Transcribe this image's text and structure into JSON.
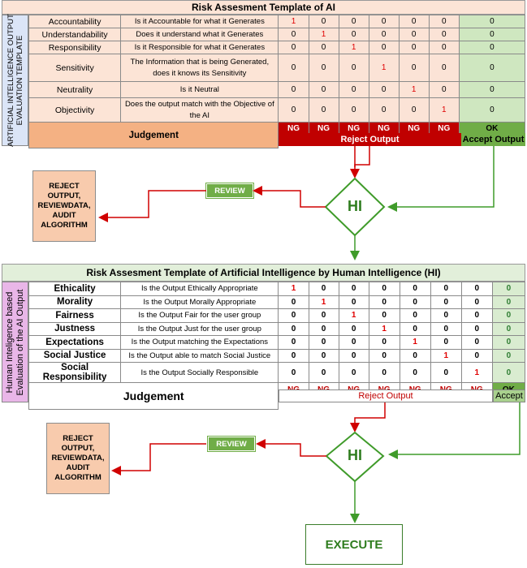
{
  "template1": {
    "title": "Risk Assesment Template of AI",
    "side_label": "ARTIFICIAL INTELLIGENCE OUTPUT\nEVALUATION TEMPLATE",
    "rows": [
      {
        "name": "Accountability",
        "desc": "Is it Accountable for what it Generates",
        "values": [
          "1",
          "0",
          "0",
          "0",
          "0",
          "0"
        ],
        "score": "0"
      },
      {
        "name": "Understandability",
        "desc": "Does it understand what it Generates",
        "values": [
          "0",
          "1",
          "0",
          "0",
          "0",
          "0"
        ],
        "score": "0"
      },
      {
        "name": "Responsibility",
        "desc": "Is it Responsible for what it Generates",
        "values": [
          "0",
          "0",
          "1",
          "0",
          "0",
          "0"
        ],
        "score": "0"
      },
      {
        "name": "Sensitivity",
        "desc": "The Information that is being Generated, does it knows its Sensitivity",
        "values": [
          "0",
          "0",
          "0",
          "1",
          "0",
          "0"
        ],
        "score": "0"
      },
      {
        "name": "Neutrality",
        "desc": "Is it Neutral",
        "values": [
          "0",
          "0",
          "0",
          "0",
          "1",
          "0"
        ],
        "score": "0"
      },
      {
        "name": "Objectivity",
        "desc": "Does the output match with the Objective of the AI",
        "values": [
          "0",
          "0",
          "0",
          "0",
          "0",
          "1"
        ],
        "score": "0"
      }
    ],
    "judgement": "Judgement",
    "ng_labels": [
      "NG",
      "NG",
      "NG",
      "NG",
      "NG",
      "NG"
    ],
    "ok_label": "OK",
    "reject_output": "Reject Output",
    "accept_output": "Accept Output"
  },
  "flow1": {
    "reject_box": "REJECT OUTPUT, REVIEWDATA, AUDIT ALGORITHM",
    "review": "REVIEW",
    "hi": "HI"
  },
  "template2": {
    "title": "Risk Assesment Template of Artificial Intelligence by Human Intelligence (HI)",
    "side_label": "Human Inteligence based\nEvaluation of the AI Output",
    "rows": [
      {
        "name": "Ethicality",
        "desc": "Is the Output Ethically Appropriate",
        "values": [
          "1",
          "0",
          "0",
          "0",
          "0",
          "0",
          "0"
        ],
        "score": "0"
      },
      {
        "name": "Morality",
        "desc": "Is the Output Morally Appropriate",
        "values": [
          "0",
          "1",
          "0",
          "0",
          "0",
          "0",
          "0"
        ],
        "score": "0"
      },
      {
        "name": "Fairness",
        "desc": "Is the Output Fair for the user group",
        "values": [
          "0",
          "0",
          "1",
          "0",
          "0",
          "0",
          "0"
        ],
        "score": "0"
      },
      {
        "name": "Justness",
        "desc": "Is the Output Just for the user group",
        "values": [
          "0",
          "0",
          "0",
          "1",
          "0",
          "0",
          "0"
        ],
        "score": "0"
      },
      {
        "name": "Expectations",
        "desc": "Is the Output matching the Expectations",
        "values": [
          "0",
          "0",
          "0",
          "0",
          "1",
          "0",
          "0"
        ],
        "score": "0"
      },
      {
        "name": "Social Justice",
        "desc": "Is the Output able to match Social Justice",
        "values": [
          "0",
          "0",
          "0",
          "0",
          "0",
          "1",
          "0"
        ],
        "score": "0"
      },
      {
        "name": "Social Responsibility",
        "desc": "Is the Output Socially Responsible",
        "values": [
          "0",
          "0",
          "0",
          "0",
          "0",
          "0",
          "1"
        ],
        "score": "0"
      }
    ],
    "judgement": "Judgement",
    "ng_labels": [
      "NG",
      "NG",
      "NG",
      "NG",
      "NG",
      "NG",
      "NG"
    ],
    "ok_label": "OK",
    "reject_output": "Reject Output",
    "accept_output": "Accept"
  },
  "flow2": {
    "reject_box": "REJECT OUTPUT, REVIEWDATA, AUDIT ALGORITHM",
    "review": "REVIEW",
    "hi": "HI",
    "execute": "EXECUTE"
  },
  "colors": {
    "ng_red": "#c00000",
    "ok_green": "#70ad47",
    "arrow_green": "#3f9b2a",
    "arrow_red": "#d00000",
    "header1": "#fce4d6",
    "header2": "#e2efda"
  }
}
